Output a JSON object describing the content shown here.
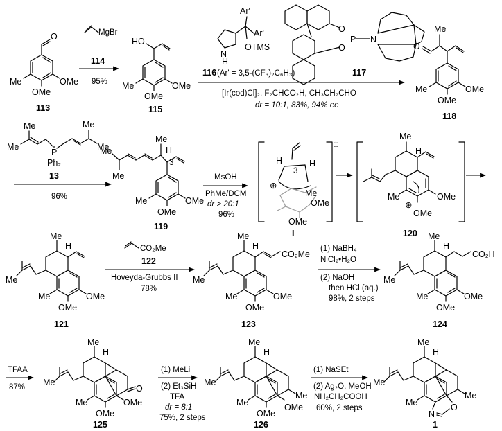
{
  "colors": {
    "ink": "#000000",
    "ghost": "#9a9a9a",
    "background": "#ffffff"
  },
  "labels": {
    "me": "Me",
    "ome": "OMe",
    "ho": "HO",
    "o": "O",
    "n": "N",
    "h": "H",
    "ph2": "Ph₂",
    "p": "P",
    "bigp": "P",
    "ar1": "Ar'",
    "ar2": "Ar'",
    "otms": "OTMS",
    "three": "3",
    "plus": "⊕",
    "dagger": "‡",
    "co2me": "CO₂Me",
    "co2h": "CO₂H"
  },
  "compounds": {
    "c113": "113",
    "c114": "114",
    "c115": "115",
    "c116": "116",
    "c116_ar": "(Ar' = 3,5-(CF₃)₂C₆H₃)",
    "c117": "117",
    "c118": "118",
    "c13": "13",
    "c119": "119",
    "cI": "I",
    "c120": "120",
    "c121": "121",
    "c122": "122",
    "c123": "123",
    "c124": "124",
    "c125": "125",
    "c126": "126",
    "c1": "1"
  },
  "conditions": {
    "s1_reagent": "MgBr",
    "s1_yield": "95%",
    "s2_catalyst": "[Ir(cod)Cl]₂, F₂CHCO₂H, CH₃CH₂CHO",
    "s2_result": "dr = 10:1, 83%, 94% ee",
    "s3_yield": "96%",
    "s4_line1": "MsOH",
    "s4_line2": "PhMe/DCM",
    "s4_line3": "dr > 20:1",
    "s4_line4": "96%",
    "s5_line1": "Hoveyda-Grubbs II",
    "s5_line2": "78%",
    "s6_line1": "(1)  NaBH₄",
    "s6_line2": "NiCl₂•H₂O",
    "s6_line3": "(2) NaOH",
    "s6_line4": "then HCl (aq.)",
    "s6_line5": "98%, 2 steps",
    "s7_line1": "TFAA",
    "s7_line2": "87%",
    "s8_line1": "(1) MeLi",
    "s8_line2": "(2) Et₃SiH",
    "s8_line3": "TFA",
    "s8_line4": "dr = 8:1",
    "s8_line5": "75%, 2 steps",
    "s9_line1": "(1) NaSEt",
    "s9_line2": "(2) Ag₂O, MeOH",
    "s9_line3": "NH₂CH₂COOH",
    "s9_line4": "60%, 2 steps"
  }
}
